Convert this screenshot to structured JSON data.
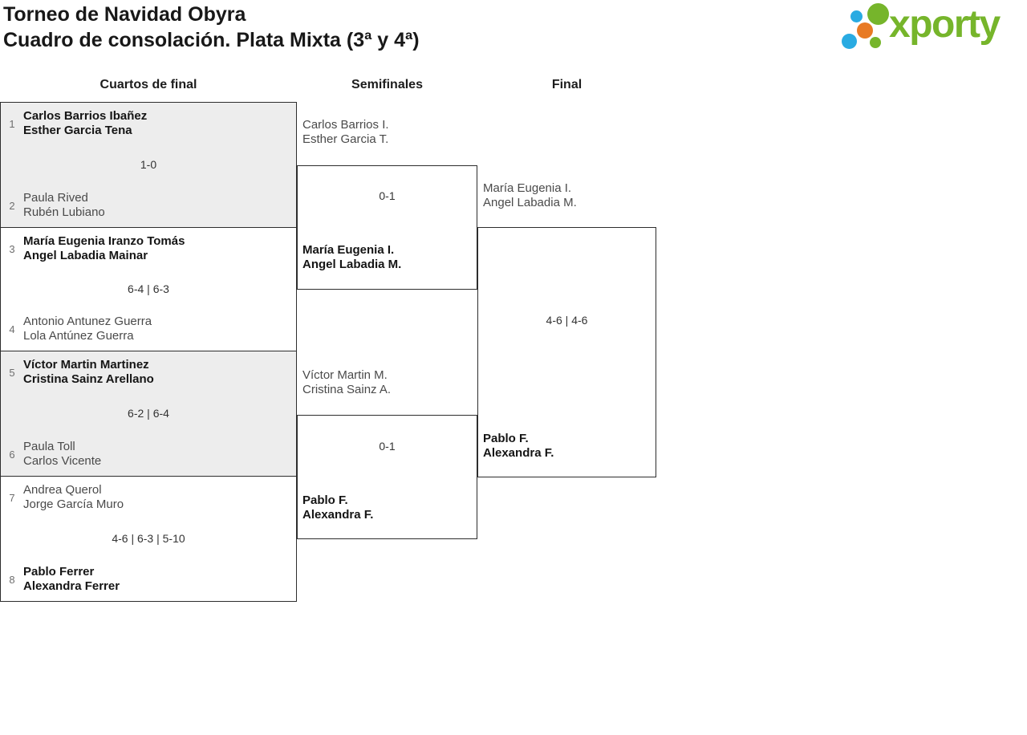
{
  "header": {
    "title_line1": "Torneo de Navidad Obyra",
    "title_line2": "Cuadro de consolación. Plata Mixta (3ª y 4ª)",
    "logo_text": "xporty"
  },
  "colors": {
    "brand_green": "#76b52b",
    "brand_blue": "#29abe2",
    "brand_orange": "#e87a24",
    "box_gray": "#ededed",
    "border": "#2d2d2d"
  },
  "rounds": {
    "quarterfinals_label": "Cuartos de final",
    "semifinals_label": "Semifinales",
    "final_label": "Final"
  },
  "qf": [
    {
      "seed_top": "1",
      "top_line1": "Carlos Barrios Ibañez",
      "top_line2": "Esther Garcia Tena",
      "top_winner": true,
      "score": "1-0",
      "seed_bottom": "2",
      "bottom_line1": "Paula Rived",
      "bottom_line2": "Rubén Lubiano",
      "bottom_winner": false
    },
    {
      "seed_top": "3",
      "top_line1": "María Eugenia Iranzo Tomás",
      "top_line2": "Angel Labadia Mainar",
      "top_winner": true,
      "score": "6-4 | 6-3",
      "seed_bottom": "4",
      "bottom_line1": "Antonio Antunez Guerra",
      "bottom_line2": "Lola Antúnez Guerra",
      "bottom_winner": false
    },
    {
      "seed_top": "5",
      "top_line1": "Víctor Martin Martinez",
      "top_line2": "Cristina Sainz Arellano",
      "top_winner": true,
      "score": "6-2 | 6-4",
      "seed_bottom": "6",
      "bottom_line1": "Paula Toll",
      "bottom_line2": "Carlos Vicente",
      "bottom_winner": false
    },
    {
      "seed_top": "7",
      "top_line1": "Andrea Querol",
      "top_line2": "Jorge García Muro",
      "top_winner": false,
      "score": "4-6 | 6-3 | 5-10",
      "seed_bottom": "8",
      "bottom_line1": "Pablo Ferrer",
      "bottom_line2": "Alexandra Ferrer",
      "bottom_winner": true
    }
  ],
  "sf": [
    {
      "top_line1": "Carlos Barrios I.",
      "top_line2": "Esther Garcia T.",
      "top_winner": false,
      "score": "0-1",
      "bottom_line1": "María Eugenia I.",
      "bottom_line2": "Angel Labadia M.",
      "bottom_winner": true
    },
    {
      "top_line1": "Víctor Martin M.",
      "top_line2": "Cristina Sainz A.",
      "top_winner": false,
      "score": "0-1",
      "bottom_line1": "Pablo F.",
      "bottom_line2": "Alexandra F.",
      "bottom_winner": true
    }
  ],
  "final": {
    "top_line1": "María Eugenia I.",
    "top_line2": "Angel Labadia M.",
    "top_winner": false,
    "score": "4-6 | 4-6",
    "bottom_line1": "Pablo F.",
    "bottom_line2": "Alexandra F.",
    "bottom_winner": true
  }
}
